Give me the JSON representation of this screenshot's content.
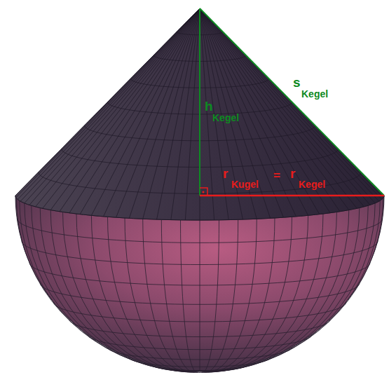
{
  "diagram": {
    "labels": [
      "h",
      "Kegel",
      "s",
      "Kegel",
      "r",
      "Kugel",
      "=",
      "r",
      "Kegel"
    ]
  }
}
